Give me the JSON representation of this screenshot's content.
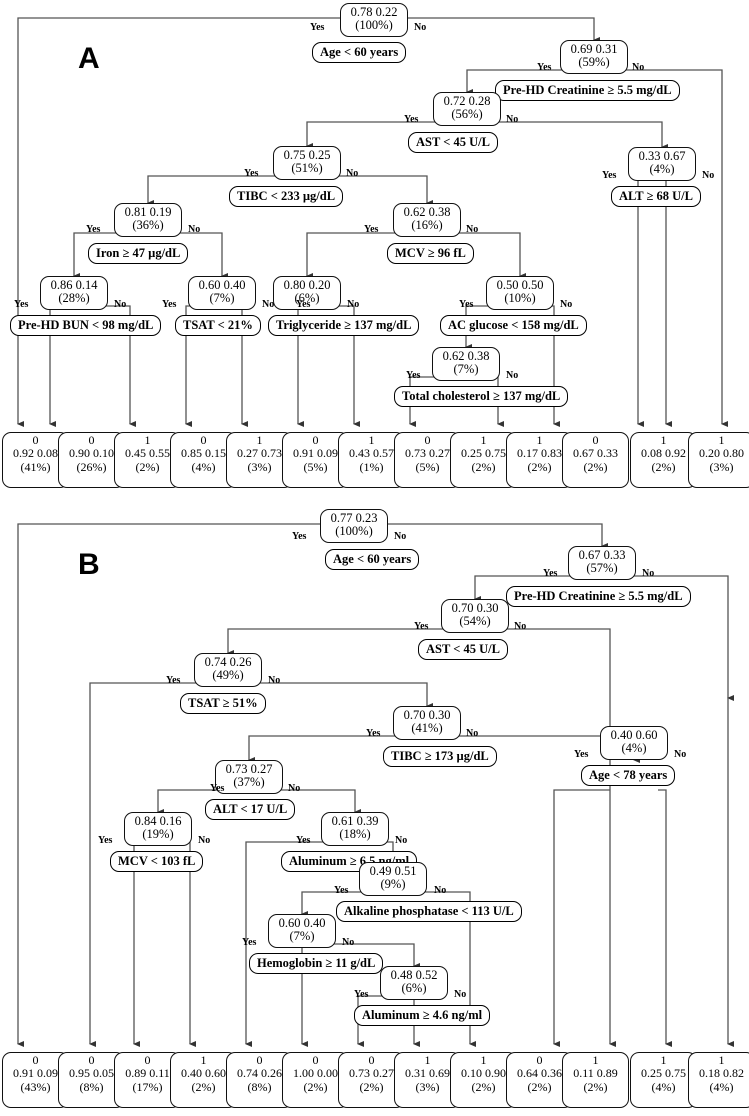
{
  "figure": {
    "type": "decision-tree-diagram",
    "panels": [
      {
        "letter": "A",
        "nodes": [
          {
            "id": "a1",
            "probs": "0.78 0.22",
            "pct": "(100%)",
            "rule": "Age < 60 years",
            "yes": "Yes",
            "no": "No"
          },
          {
            "id": "a2",
            "probs": "0.69 0.31",
            "pct": "(59%)",
            "rule": "Pre-HD Creatinine ≥ 5.5 mg/dL",
            "yes": "Yes",
            "no": "No"
          },
          {
            "id": "a3",
            "probs": "0.72 0.28",
            "pct": "(56%)",
            "rule": "AST < 45 U/L",
            "yes": "Yes",
            "no": "No"
          },
          {
            "id": "a4",
            "probs": "0.75 0.25",
            "pct": "(51%)",
            "rule": "TIBC < 233 µg/dL",
            "yes": "Yes",
            "no": "No"
          },
          {
            "id": "a5",
            "probs": "0.81 0.19",
            "pct": "(36%)",
            "rule": "Iron ≥ 47 µg/dL",
            "yes": "Yes",
            "no": "No"
          },
          {
            "id": "a6",
            "probs": "0.86 0.14",
            "pct": "(28%)",
            "rule": "Pre-HD BUN < 98 mg/dL",
            "yes": "Yes",
            "no": "No"
          },
          {
            "id": "a7",
            "probs": "0.60 0.40",
            "pct": "(7%)",
            "rule": "TSAT < 21%",
            "yes": "Yes",
            "no": "No"
          },
          {
            "id": "a8",
            "probs": "0.62 0.38",
            "pct": "(16%)",
            "rule": "MCV ≥ 96 fL",
            "yes": "Yes",
            "no": "No"
          },
          {
            "id": "a9",
            "probs": "0.80 0.20",
            "pct": "(6%)",
            "rule": "Triglyceride ≥ 137 mg/dL",
            "yes": "Yes",
            "no": "No"
          },
          {
            "id": "a10",
            "probs": "0.50 0.50",
            "pct": "(10%)",
            "rule": "AC glucose < 158 mg/dL",
            "yes": "Yes",
            "no": "No"
          },
          {
            "id": "a11",
            "probs": "0.62 0.38",
            "pct": "(7%)",
            "rule": "Total cholesterol ≥ 137 mg/dL",
            "yes": "Yes",
            "no": "No"
          },
          {
            "id": "a12",
            "probs": "0.33 0.67",
            "pct": "(4%)",
            "rule": "ALT ≥ 68 U/L",
            "yes": "Yes",
            "no": "No"
          }
        ],
        "leaves": [
          {
            "cls": "0",
            "probs": "0.92 0.08",
            "pct": "(41%)"
          },
          {
            "cls": "0",
            "probs": "0.90 0.10",
            "pct": "(26%)"
          },
          {
            "cls": "1",
            "probs": "0.45 0.55",
            "pct": "(2%)"
          },
          {
            "cls": "0",
            "probs": "0.85 0.15",
            "pct": "(4%)"
          },
          {
            "cls": "1",
            "probs": "0.27 0.73",
            "pct": "(3%)"
          },
          {
            "cls": "0",
            "probs": "0.91 0.09",
            "pct": "(5%)"
          },
          {
            "cls": "1",
            "probs": "0.43 0.57",
            "pct": "(1%)"
          },
          {
            "cls": "0",
            "probs": "0.73 0.27",
            "pct": "(5%)"
          },
          {
            "cls": "1",
            "probs": "0.25 0.75",
            "pct": "(2%)"
          },
          {
            "cls": "1",
            "probs": "0.17 0.83",
            "pct": "(2%)"
          },
          {
            "cls": "0",
            "probs": "0.67 0.33",
            "pct": "(2%)"
          },
          {
            "cls": "1",
            "probs": "0.08 0.92",
            "pct": "(2%)"
          },
          {
            "cls": "1",
            "probs": "0.20 0.80",
            "pct": "(3%)"
          }
        ]
      },
      {
        "letter": "B",
        "nodes": [
          {
            "id": "b1",
            "probs": "0.77 0.23",
            "pct": "(100%)",
            "rule": "Age < 60 years",
            "yes": "Yes",
            "no": "No"
          },
          {
            "id": "b2",
            "probs": "0.67 0.33",
            "pct": "(57%)",
            "rule": "Pre-HD Creatinine ≥ 5.5 mg/dL",
            "yes": "Yes",
            "no": "No"
          },
          {
            "id": "b3",
            "probs": "0.70 0.30",
            "pct": "(54%)",
            "rule": "AST < 45 U/L",
            "yes": "Yes",
            "no": "No"
          },
          {
            "id": "b4",
            "probs": "0.74 0.26",
            "pct": "(49%)",
            "rule": "TSAT ≥ 51%",
            "yes": "Yes",
            "no": "No"
          },
          {
            "id": "b5",
            "probs": "0.70 0.30",
            "pct": "(41%)",
            "rule": "TIBC ≥ 173 µg/dL",
            "yes": "Yes",
            "no": "No"
          },
          {
            "id": "b6",
            "probs": "0.73 0.27",
            "pct": "(37%)",
            "rule": "ALT < 17 U/L",
            "yes": "Yes",
            "no": "No"
          },
          {
            "id": "b7",
            "probs": "0.84 0.16",
            "pct": "(19%)",
            "rule": "MCV < 103 fL",
            "yes": "Yes",
            "no": "No"
          },
          {
            "id": "b8",
            "probs": "0.61 0.39",
            "pct": "(18%)",
            "rule": "Aluminum ≥ 6.5 ng/ml",
            "yes": "Yes",
            "no": "No"
          },
          {
            "id": "b9",
            "probs": "0.49 0.51",
            "pct": "(9%)",
            "rule": "Alkaline phosphatase < 113 U/L",
            "yes": "Yes",
            "no": "No"
          },
          {
            "id": "b10",
            "probs": "0.60 0.40",
            "pct": "(7%)",
            "rule": "Hemoglobin ≥ 11 g/dL",
            "yes": "Yes",
            "no": "No"
          },
          {
            "id": "b11",
            "probs": "0.48 0.52",
            "pct": "(6%)",
            "rule": "Aluminum ≥ 4.6 ng/ml",
            "yes": "Yes",
            "no": "No"
          },
          {
            "id": "b12",
            "probs": "0.40 0.60",
            "pct": "(4%)",
            "rule": "Age < 78 years",
            "yes": "Yes",
            "no": "No"
          }
        ],
        "leaves": [
          {
            "cls": "0",
            "probs": "0.91 0.09",
            "pct": "(43%)"
          },
          {
            "cls": "0",
            "probs": "0.95 0.05",
            "pct": "(8%)"
          },
          {
            "cls": "0",
            "probs": "0.89 0.11",
            "pct": "(17%)"
          },
          {
            "cls": "1",
            "probs": "0.40 0.60",
            "pct": "(2%)"
          },
          {
            "cls": "0",
            "probs": "0.74 0.26",
            "pct": "(8%)"
          },
          {
            "cls": "0",
            "probs": "1.00 0.00",
            "pct": "(2%)"
          },
          {
            "cls": "0",
            "probs": "0.73 0.27",
            "pct": "(2%)"
          },
          {
            "cls": "1",
            "probs": "0.31 0.69",
            "pct": "(3%)"
          },
          {
            "cls": "1",
            "probs": "0.10 0.90",
            "pct": "(2%)"
          },
          {
            "cls": "0",
            "probs": "0.64 0.36",
            "pct": "(2%)"
          },
          {
            "cls": "1",
            "probs": "0.11 0.89",
            "pct": "(2%)"
          },
          {
            "cls": "1",
            "probs": "0.25 0.75",
            "pct": "(4%)"
          },
          {
            "cls": "1",
            "probs": "0.18 0.82",
            "pct": "(4%)"
          }
        ]
      }
    ]
  },
  "colors": {
    "line": "#4a4a4a",
    "border": "#111111",
    "text": "#000000",
    "background": "#ffffff"
  }
}
